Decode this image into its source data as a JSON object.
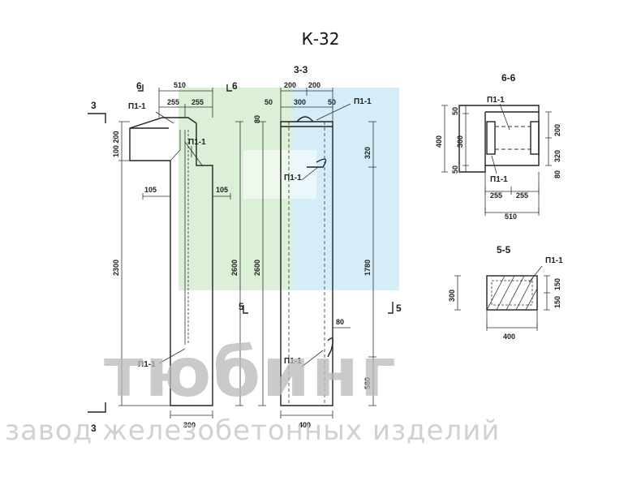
{
  "title": "К-32",
  "watermark": {
    "brand": "тюбинг",
    "tagline": "завод железобетонных изделий",
    "colors": {
      "green": "#cfe8c8",
      "blue": "#c6e6f5",
      "gray": "#b9b9b9"
    }
  },
  "sections": {
    "s33": "3-3",
    "s66": "6-6",
    "s55": "5-5",
    "cut3_top": "3",
    "cut3_bottom": "3",
    "cut6_left": "6",
    "cut6_right": "6",
    "cut5_left": "5",
    "cut5_right": "5"
  },
  "labels": {
    "p11_a": "П1-1",
    "p11_b": "П1-1",
    "p11_c": "П1-1",
    "p11_d": "П1-1",
    "p11_e": "П1-1",
    "p11_f": "П1-1",
    "p11_g": "П1-1",
    "p11_h": "П1-1",
    "p11_i": "П1-1"
  },
  "dims": {
    "d510": "510",
    "d255a": "255",
    "d255b": "255",
    "d100_200": "100 200",
    "d105a": "105",
    "d105b": "105",
    "d2300": "2300",
    "d2600a": "2600",
    "d300w": "300",
    "d200a": "200",
    "d200b": "200",
    "d50a": "50",
    "d300m": "300",
    "d50b": "50",
    "d80a": "80",
    "d320": "320",
    "d2600b": "2600",
    "d1780": "1780",
    "d80b": "80",
    "d580": "580",
    "d400w": "400",
    "s6_50a": "50",
    "s6_400": "400",
    "s6_300": "300",
    "s6_50b": "50",
    "s6_200": "200",
    "s6_320": "320",
    "s6_80": "80",
    "s6_255a": "255",
    "s6_255b": "255",
    "s6_510": "510",
    "s5_300": "300",
    "s5_150a": "150",
    "s5_150b": "150",
    "s5_400": "400"
  }
}
